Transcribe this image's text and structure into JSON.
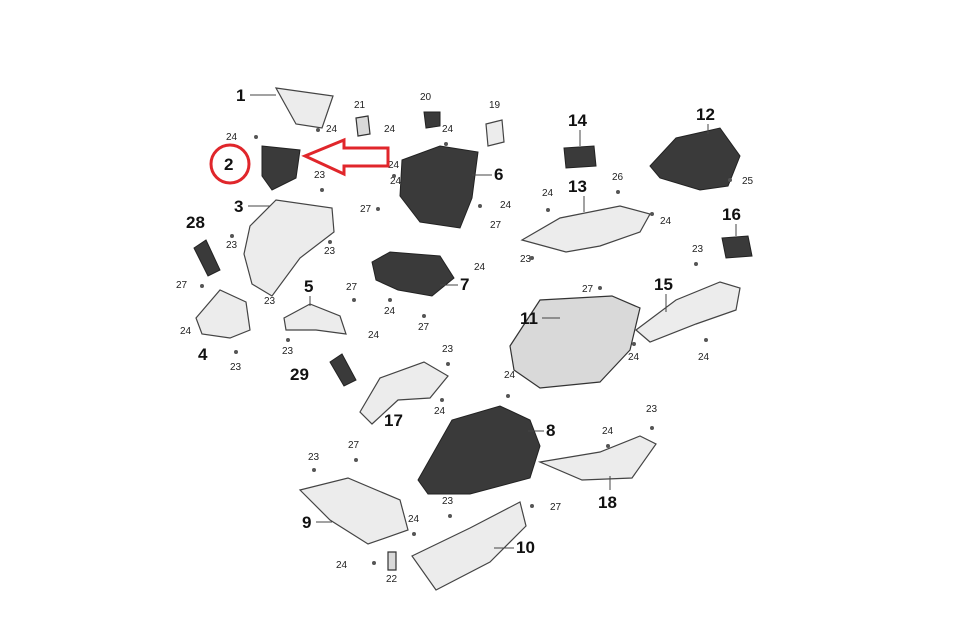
{
  "diagram": {
    "callouts": [
      {
        "id": "c1",
        "text": "1"
      },
      {
        "id": "c2",
        "text": "2"
      },
      {
        "id": "c3",
        "text": "3"
      },
      {
        "id": "c4",
        "text": "4"
      },
      {
        "id": "c5",
        "text": "5"
      },
      {
        "id": "c6",
        "text": "6"
      },
      {
        "id": "c7",
        "text": "7"
      },
      {
        "id": "c8",
        "text": "8"
      },
      {
        "id": "c9",
        "text": "9"
      },
      {
        "id": "c10",
        "text": "10"
      },
      {
        "id": "c11",
        "text": "11"
      },
      {
        "id": "c12",
        "text": "12"
      },
      {
        "id": "c13",
        "text": "13"
      },
      {
        "id": "c14",
        "text": "14"
      },
      {
        "id": "c15",
        "text": "15"
      },
      {
        "id": "c16",
        "text": "16"
      },
      {
        "id": "c17",
        "text": "17"
      },
      {
        "id": "c18",
        "text": "18"
      },
      {
        "id": "c19",
        "text": "19"
      },
      {
        "id": "c20",
        "text": "20"
      },
      {
        "id": "c21",
        "text": "21"
      },
      {
        "id": "c22",
        "text": "22"
      },
      {
        "id": "c28",
        "text": "28"
      },
      {
        "id": "c29",
        "text": "29"
      }
    ],
    "fastener_labels": {
      "f23": "23",
      "f24": "24",
      "f25": "25",
      "f26": "26",
      "f27": "27"
    },
    "highlight": {
      "part": "2",
      "circle_color": "#e0262b",
      "arrow_color": "#e0262b"
    }
  }
}
